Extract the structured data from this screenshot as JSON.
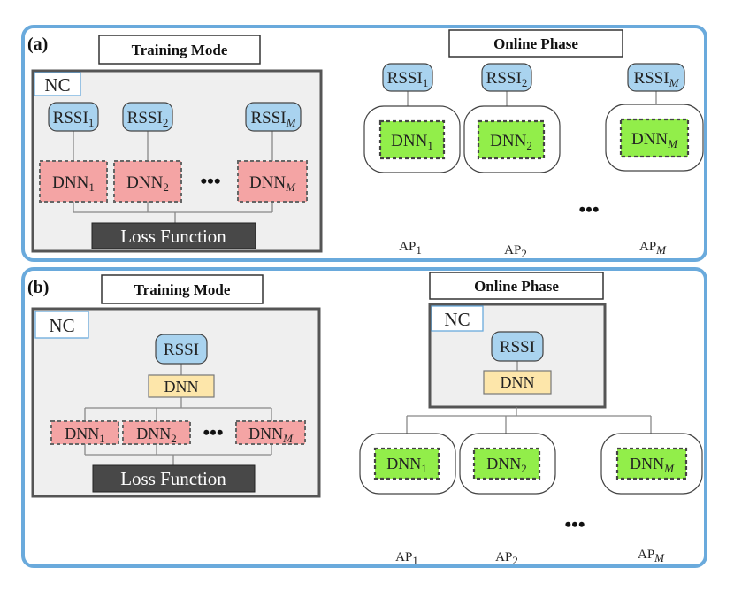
{
  "panel_a": {
    "label": "(a)",
    "training_title": "Training Mode",
    "online_title": "Online Phase",
    "nc": "NC",
    "rssi": [
      {
        "base": "RSSI",
        "sub": "1"
      },
      {
        "base": "RSSI",
        "sub": "2"
      },
      {
        "base": "RSSI",
        "sub": "M"
      }
    ],
    "dnn": [
      {
        "base": "DNN",
        "sub": "1"
      },
      {
        "base": "DNN",
        "sub": "2"
      },
      {
        "base": "DNN",
        "sub": "M"
      }
    ],
    "ellipsis": "•••",
    "loss": "Loss Function",
    "online_rssi": [
      {
        "base": "RSSI",
        "sub": "1"
      },
      {
        "base": "RSSI",
        "sub": "2"
      },
      {
        "base": "RSSI",
        "sub": "M"
      }
    ],
    "online_dnn": [
      {
        "base": "DNN",
        "sub": "1"
      },
      {
        "base": "DNN",
        "sub": "2"
      },
      {
        "base": "DNN",
        "sub": "M"
      }
    ],
    "ap": [
      {
        "base": "AP",
        "sub": "1"
      },
      {
        "base": "AP",
        "sub": "2"
      },
      {
        "base": "AP",
        "sub": "M"
      }
    ]
  },
  "panel_b": {
    "label": "(b)",
    "training_title": "Training Mode",
    "online_title": "Online Phase",
    "nc": "NC",
    "rssi": "RSSI",
    "dnn": "DNN",
    "dnn_heads": [
      {
        "base": "DNN",
        "sub": "1"
      },
      {
        "base": "DNN",
        "sub": "2"
      },
      {
        "base": "DNN",
        "sub": "M"
      }
    ],
    "ellipsis": "•••",
    "loss": "Loss Function",
    "online_nc": "NC",
    "online_rssi": "RSSI",
    "online_dnn": "DNN",
    "online_heads": [
      {
        "base": "DNN",
        "sub": "1"
      },
      {
        "base": "DNN",
        "sub": "2"
      },
      {
        "base": "DNN",
        "sub": "M"
      }
    ],
    "ap": [
      {
        "base": "AP",
        "sub": "1"
      },
      {
        "base": "AP",
        "sub": "2"
      },
      {
        "base": "AP",
        "sub": "M"
      }
    ]
  },
  "colors": {
    "panel_border": "#6aaadc",
    "rssi_fill": "#a9d3ef",
    "train_dnn_fill": "#f4a4a4",
    "online_dnn_fill": "#92ee4a",
    "shared_dnn_fill": "#fde6aa",
    "loss_fill": "#484848",
    "nc_fill": "#efefef"
  }
}
